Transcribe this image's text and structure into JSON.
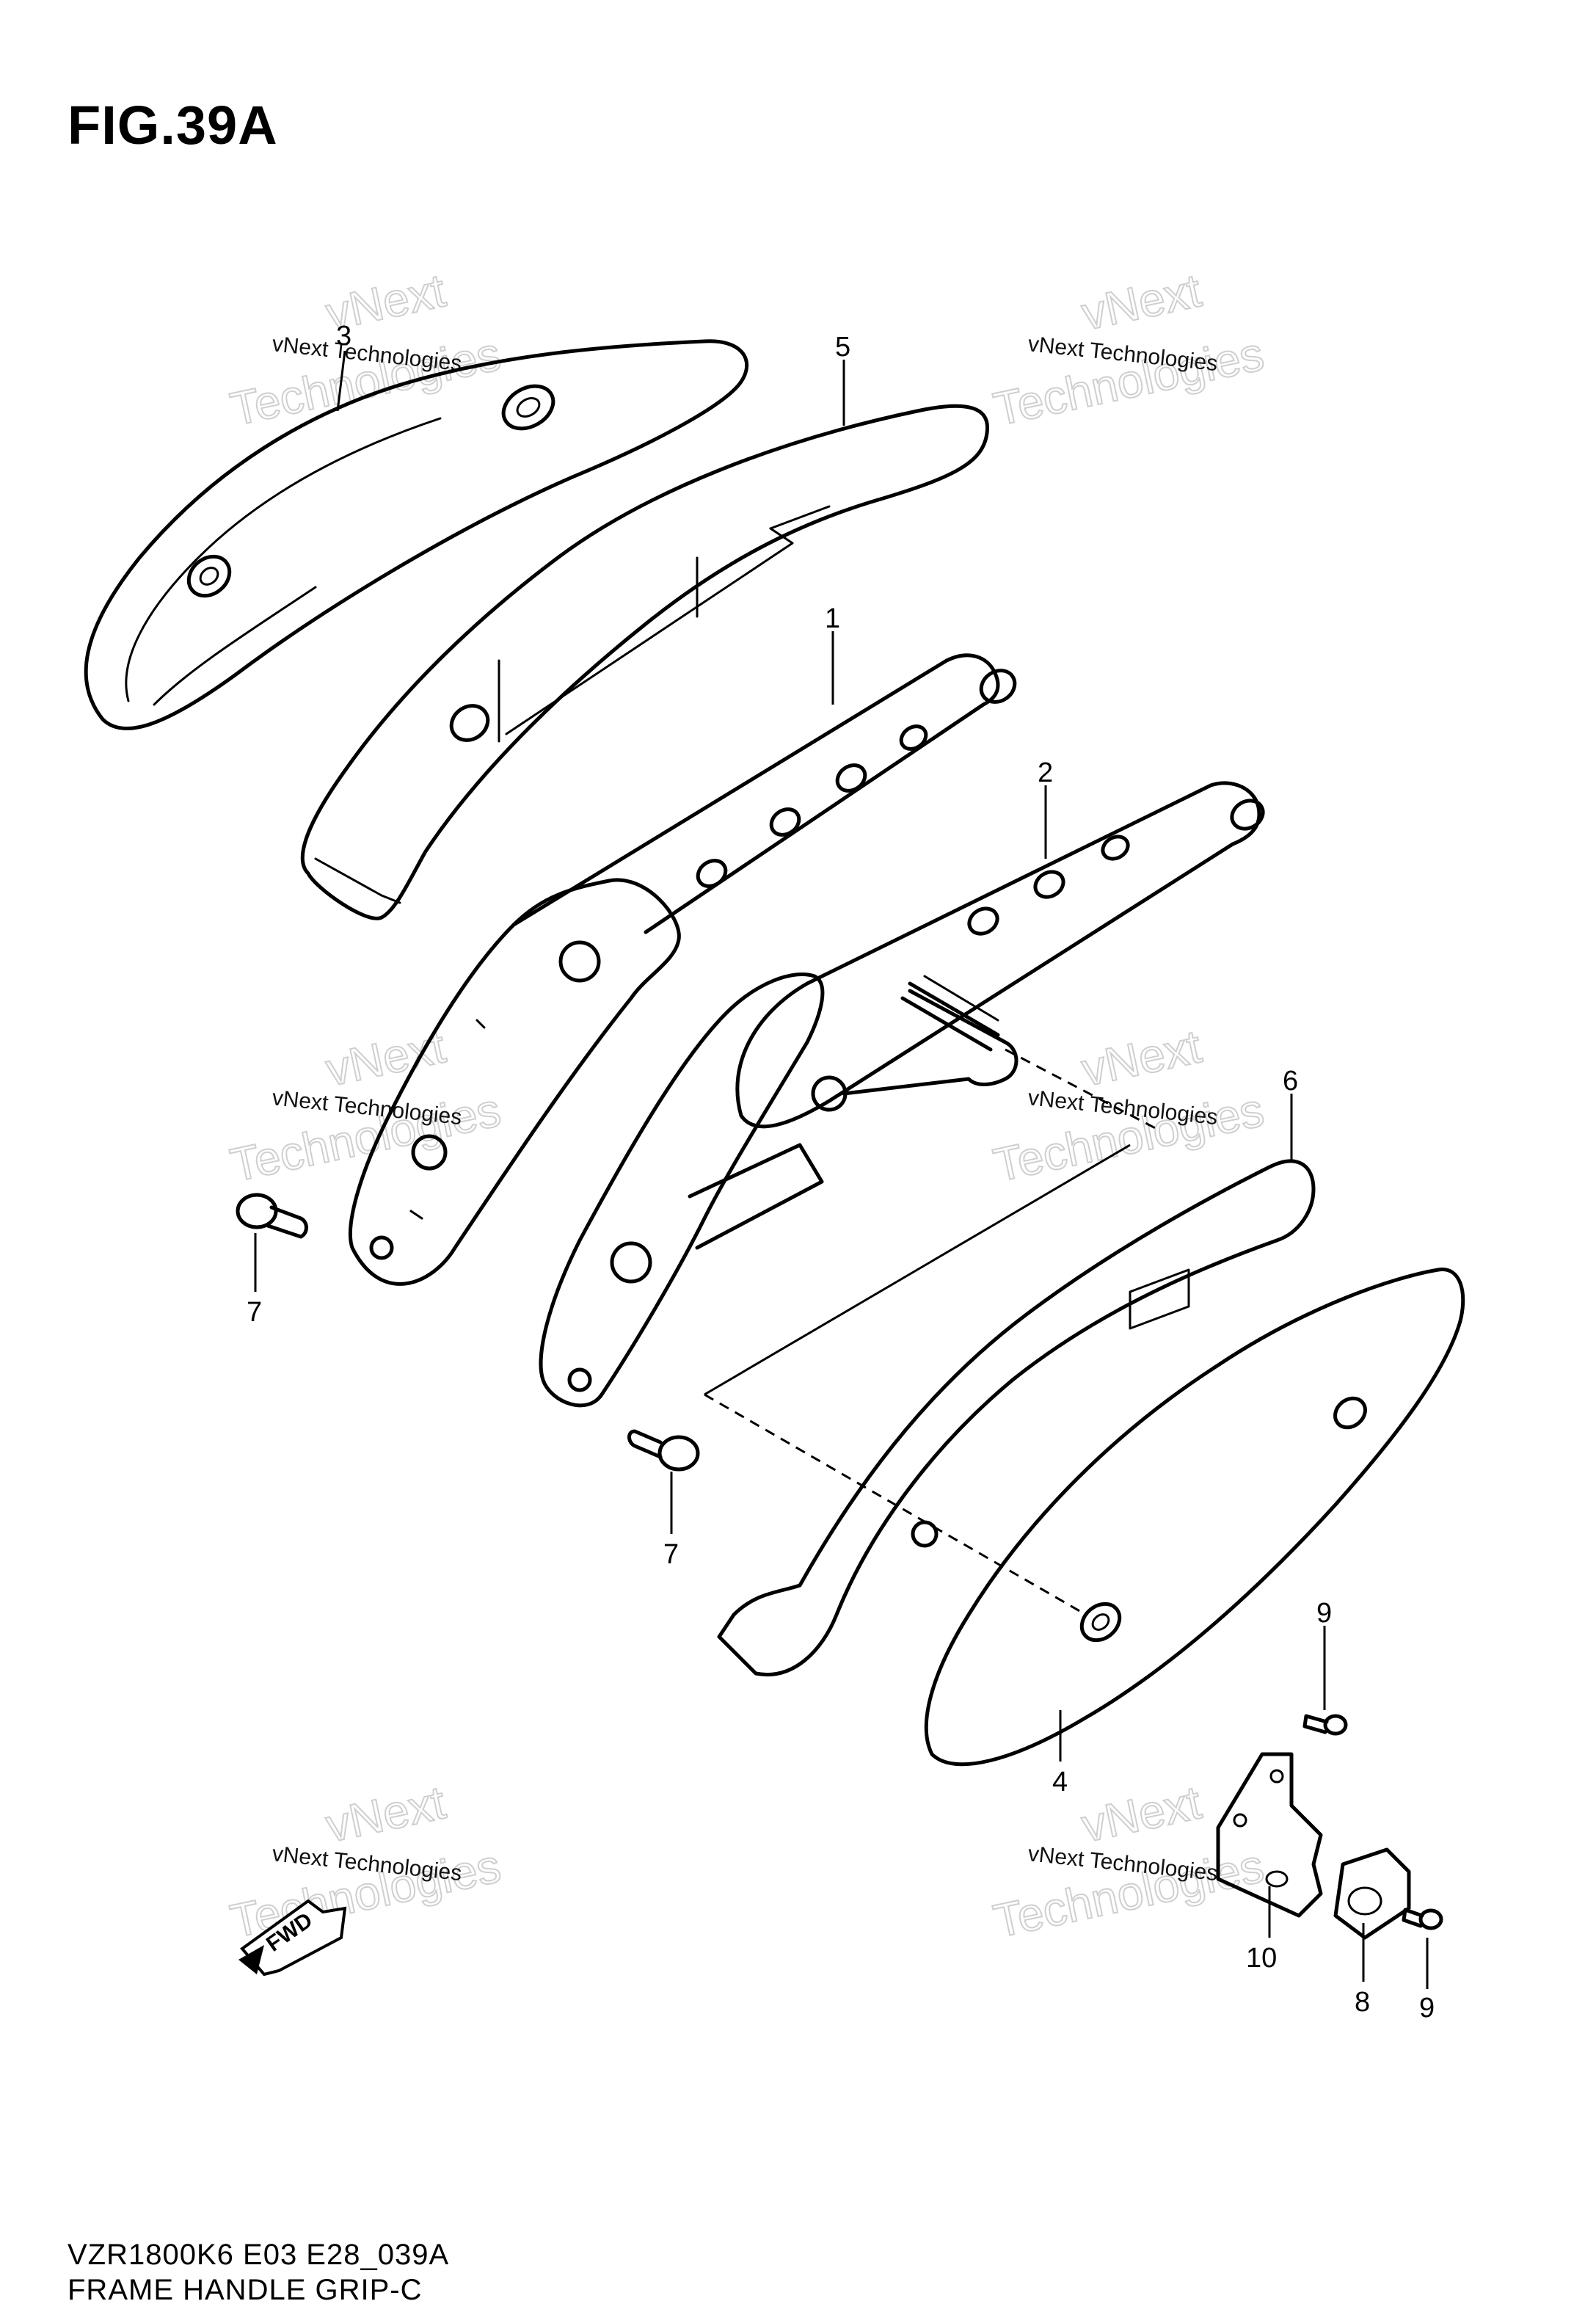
{
  "figure": {
    "title": "FIG.39A"
  },
  "callouts": {
    "c1": "1",
    "c2": "2",
    "c3": "3",
    "c4": "4",
    "c5": "5",
    "c6": "6",
    "c7a": "7",
    "c7b": "7",
    "c8": "8",
    "c9a": "9",
    "c9b": "9",
    "c10": "10"
  },
  "watermarks": {
    "small": "vNext Technologies",
    "big_top": "vNext",
    "big_bottom": "Technologies"
  },
  "direction_marker": {
    "label": "FWD",
    "icon": "arrow-left-icon"
  },
  "footer": {
    "model_code": "VZR1800K6 E03 E28_039A",
    "caption": "FRAME HANDLE GRIP-C"
  }
}
